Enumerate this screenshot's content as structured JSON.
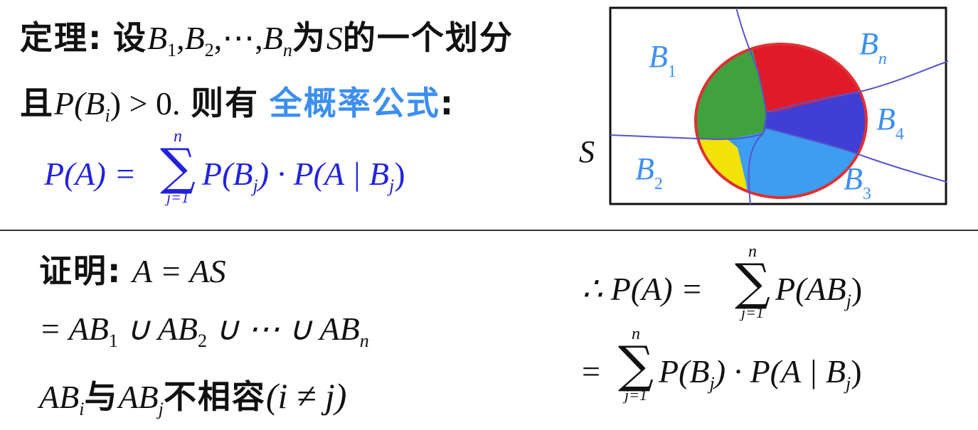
{
  "theorem": {
    "heading": "定理:",
    "set_text": "设",
    "B": "B",
    "sub_1": "1",
    "sub_2": "2",
    "sub_n": "n",
    "comma": ",",
    "cdots": "⋯",
    "partition_text": "为",
    "S": "S",
    "partition_tail": "的一个划分",
    "and_text": "且",
    "condition": "P(B",
    "sub_i": "i",
    "condition_tail": ") > 0.",
    "then_text": "则有",
    "formula_name": "全概率公式",
    "colon": ":"
  },
  "formula": {
    "lhs": "P(A) =",
    "sum_top": "n",
    "sum_bottom": "j=1",
    "sigma": "∑",
    "term1": "P(B",
    "sub_j": "j",
    "term_mid": ") · P(A | B",
    "term_end": ")"
  },
  "proof": {
    "heading": "证明:",
    "line1": "A = AS",
    "line2_start": "= AB",
    "union": " ∪ AB",
    "union_dots": " ∪ ⋯ ∪ AB",
    "line3_a": "AB",
    "line3_mid": "与",
    "line3_b": "AB",
    "line3_tail": "不相容",
    "line3_cond": "(i ≠ j)",
    "therefore": "∴ P(A) =",
    "rhs1": "P(AB",
    "rhs1_end": ")",
    "eq": "=",
    "rhs2": "P(B",
    "rhs2_mid": ") · P(A | B",
    "rhs2_end": ")"
  },
  "diagram": {
    "set_label": "S",
    "regions": [
      {
        "label": "B",
        "sub": "1",
        "color": "#3fa23f"
      },
      {
        "label": "B",
        "sub": "2",
        "color": "#f2e20a"
      },
      {
        "label": "B",
        "sub": "3",
        "color": "#3d9df0"
      },
      {
        "label": "B",
        "sub": "4",
        "color": "#3f3fd6"
      },
      {
        "label": "B",
        "sub": "n",
        "color": "#e11a2a"
      }
    ],
    "circle_outline_color": "#e03030",
    "line_color": "#5555cc",
    "label_color": "#3d8ff0"
  }
}
